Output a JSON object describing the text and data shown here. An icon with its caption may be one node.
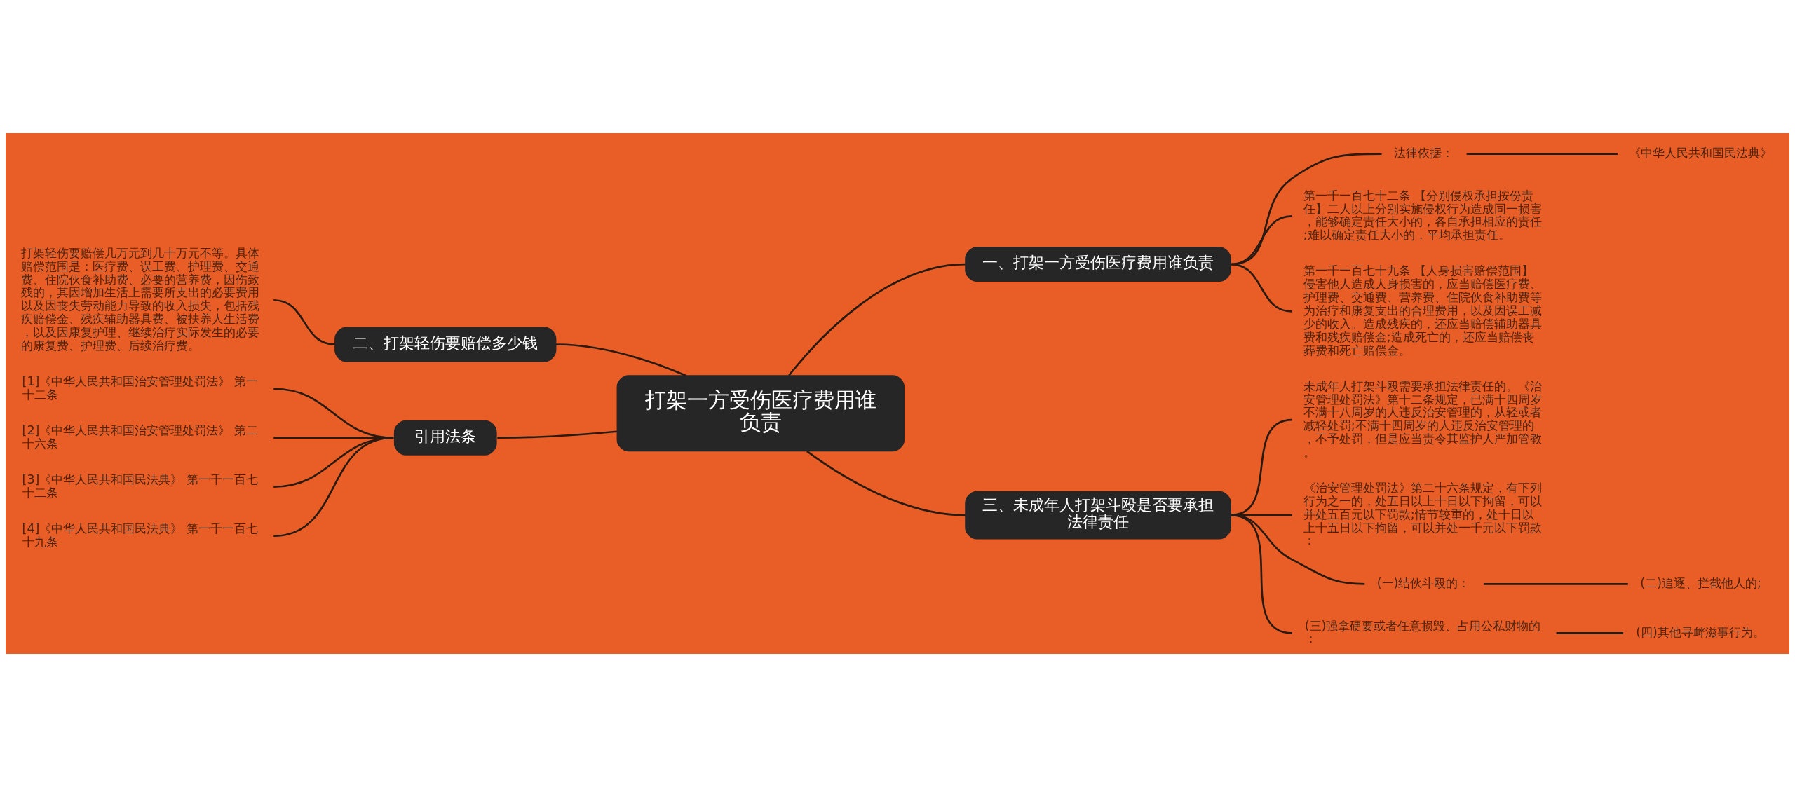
{
  "diagram": {
    "nodes": [
      {
        "text": [
          "打架一方受伤医疗费用谁负责"
        ]
      },
      {
        "text": [
          "一、打架一方受伤医疗费用谁负责"
        ]
      },
      {
        "text": [
          "法律依据："
        ]
      },
      {
        "text": [
          "《中华人民共和国民法典》"
        ]
      },
      {
        "text": [
          "第一千一百七十二条 【分别侵权承担按份责任】二人以上分别实施侵权行为造成同一损害，能够确定责任大小的，各自承担相应的责任;难以确定责任大小的，平均承担责任。"
        ]
      },
      {
        "text": [
          "第一千一百七十九条 【人身损害赔偿范围】侵害他人造成人身损害的，应当赔偿医疗费、护理费、交通费、营养费、住院伙食补助费等为治疗和康复支出的合理费用，以及因误工减少的收入。造成残疾的，还应当赔偿辅助器具费和残疾赔偿金;造成死亡的，还应当赔偿丧葬费和死亡赔偿金。"
        ]
      },
      {
        "text": [
          "二、打架轻伤要赔偿多少钱"
        ]
      },
      {
        "text": [
          "打架轻伤要赔偿几万元到几十万元不等。具体赔偿范围是：医疗费、误工费、护理费、交通费、住院伙食补助费、必要的营养费，因伤致残的，其因增加生活上需要所支出的必要费用以及因丧失劳动能力导致的收入损失，包括残疾赔偿金、残疾辅助器具费、被扶养人生活费，以及因康复护理、继续治疗实际发生的必要的康复费、护理费、后续治疗费。"
        ]
      },
      {
        "text": [
          "三、未成年人打架斗殴是否要承担法律责任"
        ]
      },
      {
        "text": [
          "未成年人打架斗殴需要承担法律责任的。《治安管理处罚法》第十二条规定，已满十四周岁不满十八周岁的人违反治安管理的，从轻或者减轻处罚;不满十四周岁的人违反治安管理的，不予处罚，但是应当责令其监护人严加管教。"
        ]
      },
      {
        "text": [
          "《治安管理处罚法》第二十六条规定，有下列行为之一的，处五日以上十日以下拘留，可以并处五百元以下罚款;情节较重的，处十日以上十五日以下拘留，可以并处一千元以下罚款："
        ]
      },
      {
        "text": [
          "(一)结伙斗殴的："
        ]
      },
      {
        "text": [
          "(二)追逐、拦截他人的;"
        ]
      },
      {
        "text": [
          "(三)强拿硬要或者任意损毁、占用公私财物的："
        ]
      },
      {
        "text": [
          "(四)其他寻衅滋事行为。"
        ]
      },
      {
        "text": [
          "引用法条"
        ]
      },
      {
        "text": [
          "[1]《中华人民共和国治安管理处罚法》 第一十二条"
        ]
      },
      {
        "text": [
          "[2]《中华人民共和国治安管理处罚法》 第二十六条"
        ]
      },
      {
        "text": [
          "[3]《中华人民共和国民法典》 第一千一百七十二条"
        ]
      },
      {
        "text": [
          "[4]《中华人民共和国民法典》 第一千一百七十九条"
        ]
      }
    ],
    "edges": [
      {
        "from": 0,
        "to": 1,
        "arrow": "none"
      },
      {
        "from": 1,
        "to": 2,
        "arrow": "none"
      },
      {
        "from": 2,
        "to": 3,
        "arrow": "none"
      },
      {
        "from": 1,
        "to": 4,
        "arrow": "none"
      },
      {
        "from": 1,
        "to": 5,
        "arrow": "none"
      },
      {
        "from": 0,
        "to": 6,
        "arrow": "none"
      },
      {
        "from": 6,
        "to": 7,
        "arrow": "none"
      },
      {
        "from": 0,
        "to": 8,
        "arrow": "none"
      },
      {
        "from": 8,
        "to": 9,
        "arrow": "none"
      },
      {
        "from": 8,
        "to": 10,
        "arrow": "none"
      },
      {
        "from": 8,
        "to": 11,
        "arrow": "none"
      },
      {
        "from": 11,
        "to": 12,
        "arrow": "none"
      },
      {
        "from": 8,
        "to": 13,
        "arrow": "none"
      },
      {
        "from": 13,
        "to": 14,
        "arrow": "none"
      },
      {
        "from": 0,
        "to": 15,
        "arrow": "none"
      },
      {
        "from": 15,
        "to": 16,
        "arrow": "none"
      },
      {
        "from": 15,
        "to": 17,
        "arrow": "none"
      },
      {
        "from": 15,
        "to": 18,
        "arrow": "none"
      },
      {
        "from": 15,
        "to": 19,
        "arrow": "none"
      }
    ]
  }
}
